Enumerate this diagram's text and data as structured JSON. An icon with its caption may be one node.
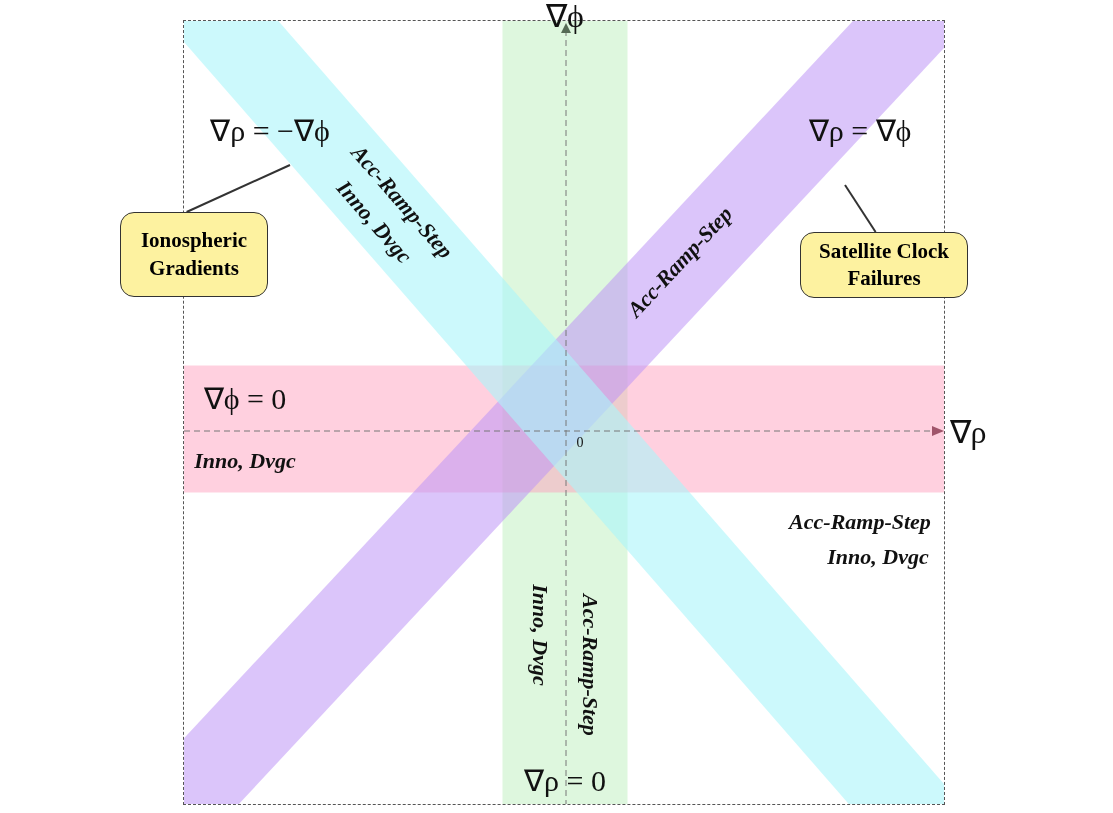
{
  "diagram": {
    "nodes": [
      {
        "text": [
          "Ionospheric Gradients"
        ]
      },
      {
        "text": [
          "Satellite Clock Failures"
        ]
      }
    ],
    "edges": [
      {
        "from": 0,
        "to": null,
        "arrow": "none"
      },
      {
        "from": 1,
        "to": null,
        "arrow": "none"
      }
    ],
    "labels": [
      "∇ϕ",
      "∇ρ = −∇ϕ",
      "∇ρ = ∇ϕ",
      "Acc-Ramp-Step",
      "Inno, Dvgc",
      "Acc-Ramp-Step",
      "∇ϕ = 0",
      "∇ρ",
      "0",
      "Inno, Dvgc",
      "Acc-Ramp-Step",
      "Inno, Dvgc",
      "Inno, Dvgc",
      "Acc-Ramp-Step",
      "∇ρ = 0"
    ]
  }
}
